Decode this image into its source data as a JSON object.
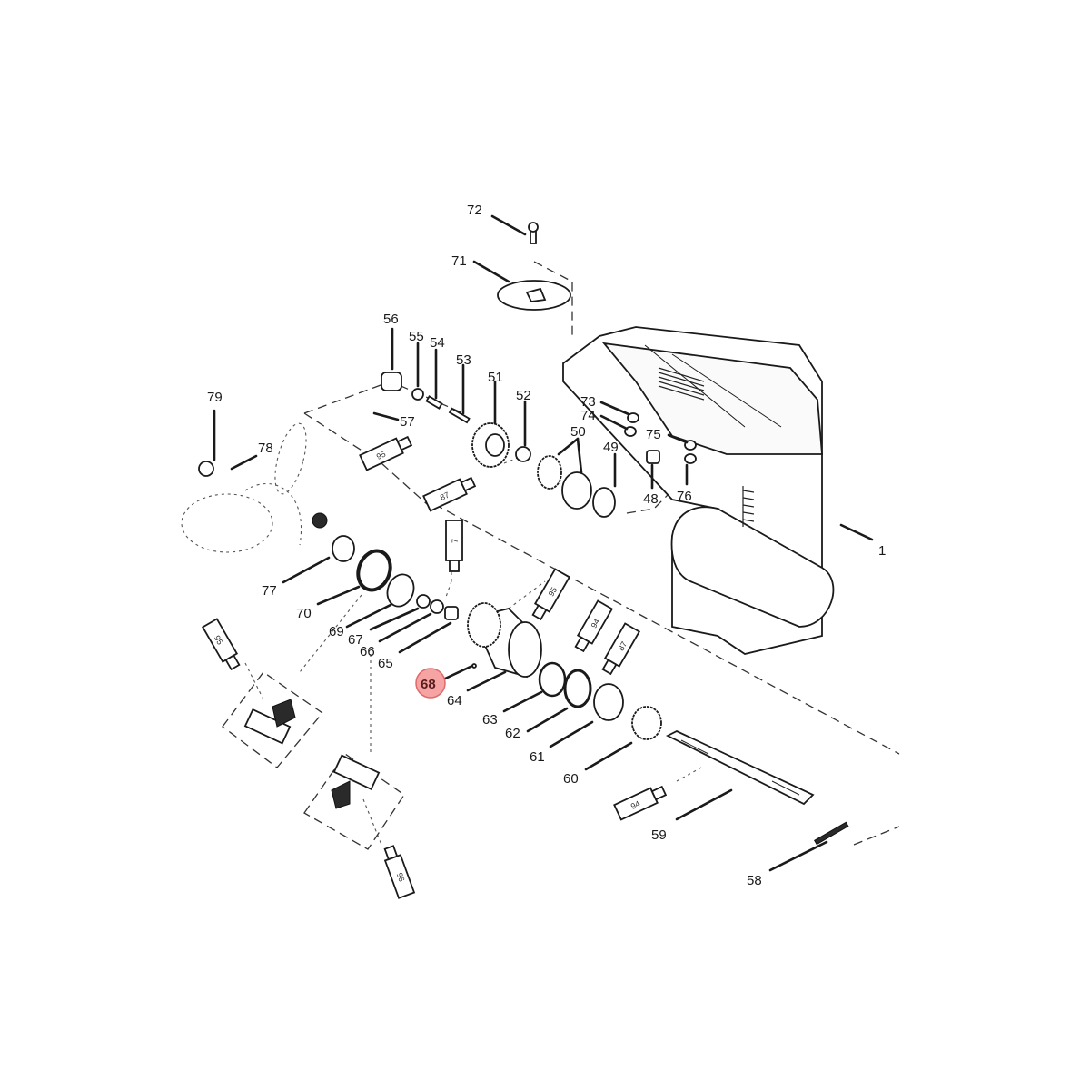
{
  "diagram": {
    "title": "Lower unit / gearcase exploded parts diagram",
    "highlight": {
      "part": "68",
      "color": "#f6a3a3",
      "border": "#e06a6a"
    },
    "labels": {
      "p1": "1",
      "p48": "48",
      "p49": "49",
      "p50": "50",
      "p51": "51",
      "p52": "52",
      "p53": "53",
      "p54": "54",
      "p55": "55",
      "p56": "56",
      "p57": "57",
      "p58": "58",
      "p59": "59",
      "p60": "60",
      "p61": "61",
      "p62": "62",
      "p63": "63",
      "p64": "64",
      "p65": "65",
      "p66": "66",
      "p67": "67",
      "p68": "68",
      "p69": "69",
      "p70": "70",
      "p71": "71",
      "p72": "72",
      "p73": "73",
      "p74": "74",
      "p75": "75",
      "p76": "76",
      "p77": "77",
      "p78": "78",
      "p79": "79"
    },
    "lubricant_tubes": {
      "t1": "95",
      "t2": "87",
      "t3": "7",
      "t4": "95",
      "t5": "94",
      "t6": "87",
      "t7": "95",
      "t8": "95",
      "t9": "94"
    }
  }
}
